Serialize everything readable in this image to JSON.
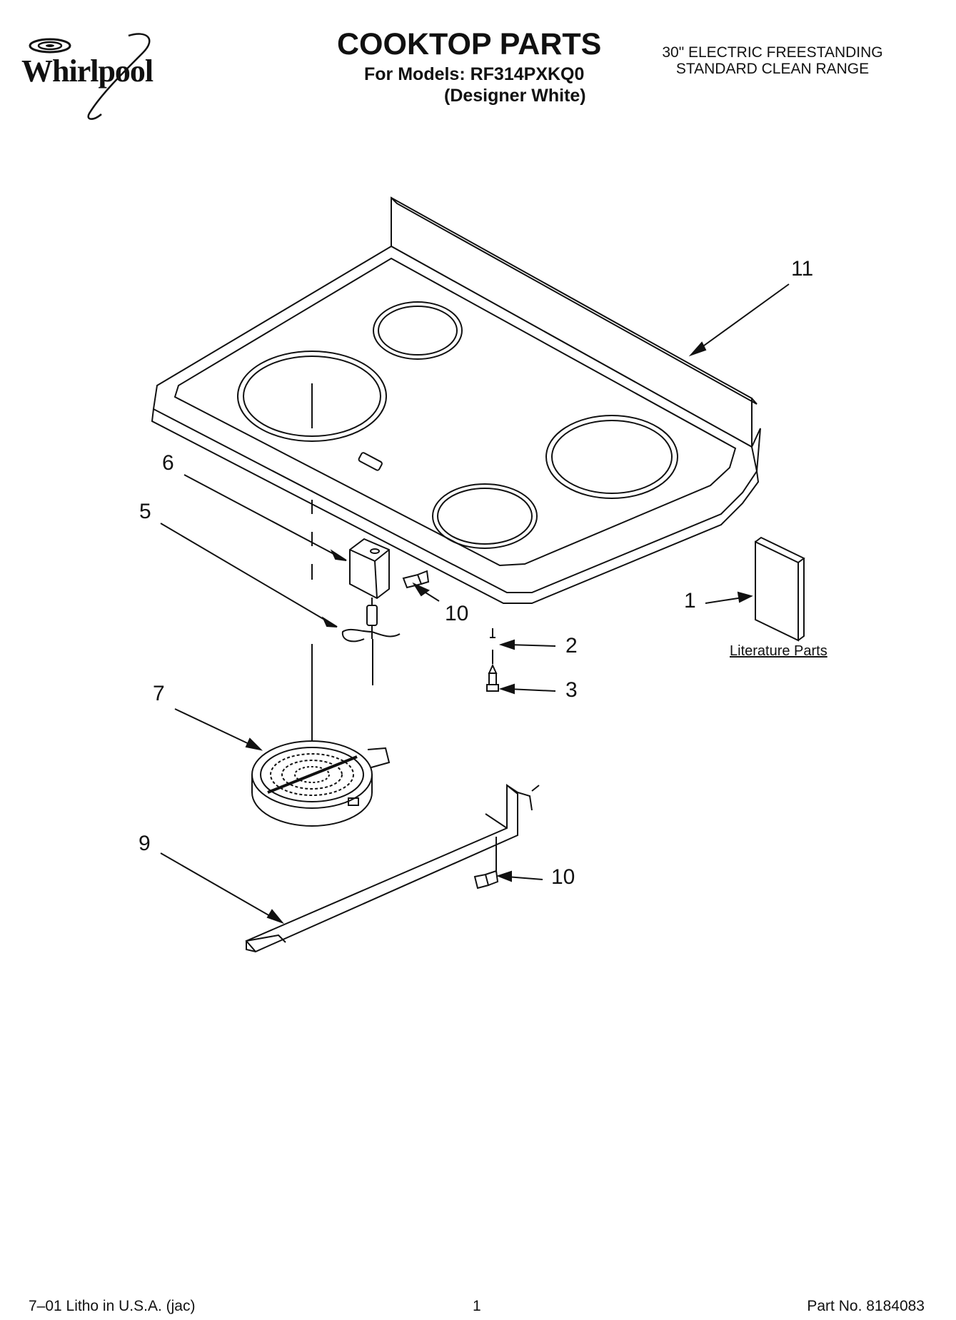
{
  "header": {
    "brand": "Whirlpool",
    "title": "COOKTOP PARTS",
    "for_models": "For Models: RF314PXKQ0",
    "variant": "(Designer White)",
    "description_line1": "30\" ELECTRIC FREESTANDING",
    "description_line2": "STANDARD CLEAN RANGE"
  },
  "callouts": {
    "c1": "1",
    "c2": "2",
    "c3": "3",
    "c5": "5",
    "c6": "6",
    "c7": "7",
    "c9": "9",
    "c10a": "10",
    "c10b": "10",
    "c11": "11"
  },
  "literature_caption": "Literature Parts",
  "footer": {
    "litho": "7–01 Litho in U.S.A. (jac)",
    "page": "1",
    "part_no": "Part No. 8184083"
  }
}
